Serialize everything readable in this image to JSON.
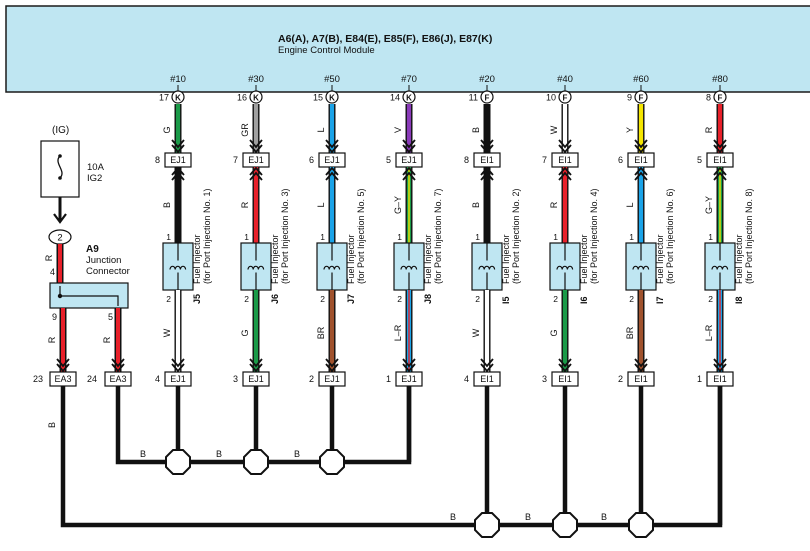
{
  "ecm": {
    "connectors": "A6(A), A7(B), E84(E), E85(F), E86(J), E87(K)",
    "name": "Engine Control Module"
  },
  "power": {
    "ig_label": "(IG)",
    "fuse_rating": "10A",
    "fuse_name": "IG2",
    "pin_in": "2",
    "wire_top": "R",
    "jc_pin_top": "4",
    "jc_id": "A9",
    "jc_line1": "Junction",
    "jc_line2": "Connector",
    "left": {
      "pin_jc": "9",
      "wire": "R",
      "pin_conn": "23",
      "conn": "EA3",
      "ground_wire": "B",
      "color": "#e8202a"
    },
    "right": {
      "pin_jc": "5",
      "wire": "R",
      "pin_conn": "24",
      "conn": "EA3",
      "color": "#e8202a"
    }
  },
  "channels": [
    {
      "num": "#10",
      "ecm_pin": "17",
      "ecm_conn": "K",
      "ecm_wire": "G",
      "ecm_color": "#1a9a48",
      "ecm_stripe": "",
      "pin_top": "8",
      "conn_top": "EJ1",
      "inj_wire": "B",
      "inj_color": "#111111",
      "inj_stripe": "",
      "inj_pin1": "1",
      "inj_pin2": "2",
      "inj_id": "J5",
      "inj_name": "Fuel Injector",
      "inj_desc": "(for Port Injection No. 1)",
      "ret_wire": "W",
      "ret_color": "#ffffff",
      "ret_stripe": "",
      "pin_bot": "4",
      "conn_bot": "EJ1"
    },
    {
      "num": "#30",
      "ecm_pin": "16",
      "ecm_conn": "K",
      "ecm_wire": "GR",
      "ecm_color": "#a0a0a0",
      "ecm_stripe": "",
      "pin_top": "7",
      "conn_top": "EJ1",
      "inj_wire": "R",
      "inj_color": "#e8202a",
      "inj_stripe": "",
      "inj_pin1": "1",
      "inj_pin2": "2",
      "inj_id": "J6",
      "inj_name": "Fuel Injector",
      "inj_desc": "(for Port Injection No. 3)",
      "ret_wire": "G",
      "ret_color": "#1a9a48",
      "ret_stripe": "",
      "pin_bot": "3",
      "conn_bot": "EJ1"
    },
    {
      "num": "#50",
      "ecm_pin": "15",
      "ecm_conn": "K",
      "ecm_wire": "L",
      "ecm_color": "#1aa3e8",
      "ecm_stripe": "",
      "pin_top": "6",
      "conn_top": "EJ1",
      "inj_wire": "L",
      "inj_color": "#1aa3e8",
      "inj_stripe": "",
      "inj_pin1": "1",
      "inj_pin2": "2",
      "inj_id": "J7",
      "inj_name": "Fuel Injector",
      "inj_desc": "(for Port Injection No. 5)",
      "ret_wire": "BR",
      "ret_color": "#a0522d",
      "ret_stripe": "",
      "pin_bot": "2",
      "conn_bot": "EJ1"
    },
    {
      "num": "#70",
      "ecm_pin": "14",
      "ecm_conn": "K",
      "ecm_wire": "V",
      "ecm_color": "#8a3ab9",
      "ecm_stripe": "",
      "pin_top": "5",
      "conn_top": "EJ1",
      "inj_wire": "G–Y",
      "inj_color": "#1a9a48",
      "inj_stripe": "#f5e600",
      "inj_pin1": "1",
      "inj_pin2": "2",
      "inj_id": "J8",
      "inj_name": "Fuel Injector",
      "inj_desc": "(for Port Injection No. 7)",
      "ret_wire": "L–R",
      "ret_color": "#1aa3e8",
      "ret_stripe": "#e8202a",
      "pin_bot": "1",
      "conn_bot": "EJ1"
    },
    {
      "num": "#20",
      "ecm_pin": "11",
      "ecm_conn": "F",
      "ecm_wire": "B",
      "ecm_color": "#111111",
      "ecm_stripe": "",
      "pin_top": "8",
      "conn_top": "EI1",
      "inj_wire": "B",
      "inj_color": "#111111",
      "inj_stripe": "",
      "inj_pin1": "1",
      "inj_pin2": "2",
      "inj_id": "I5",
      "inj_name": "Fuel Injector",
      "inj_desc": "(for Port Injection No. 2)",
      "ret_wire": "W",
      "ret_color": "#ffffff",
      "ret_stripe": "",
      "pin_bot": "4",
      "conn_bot": "EI1"
    },
    {
      "num": "#40",
      "ecm_pin": "10",
      "ecm_conn": "F",
      "ecm_wire": "W",
      "ecm_color": "#ffffff",
      "ecm_stripe": "",
      "pin_top": "7",
      "conn_top": "EI1",
      "inj_wire": "R",
      "inj_color": "#e8202a",
      "inj_stripe": "",
      "inj_pin1": "1",
      "inj_pin2": "2",
      "inj_id": "I6",
      "inj_name": "Fuel Injector",
      "inj_desc": "(for Port Injection No. 4)",
      "ret_wire": "G",
      "ret_color": "#1a9a48",
      "ret_stripe": "",
      "pin_bot": "3",
      "conn_bot": "EI1"
    },
    {
      "num": "#60",
      "ecm_pin": "9",
      "ecm_conn": "F",
      "ecm_wire": "Y",
      "ecm_color": "#f5e600",
      "ecm_stripe": "",
      "pin_top": "6",
      "conn_top": "EI1",
      "inj_wire": "L",
      "inj_color": "#1aa3e8",
      "inj_stripe": "",
      "inj_pin1": "1",
      "inj_pin2": "2",
      "inj_id": "I7",
      "inj_name": "Fuel Injector",
      "inj_desc": "(for Port Injection No. 6)",
      "ret_wire": "BR",
      "ret_color": "#a0522d",
      "ret_stripe": "",
      "pin_bot": "2",
      "conn_bot": "EI1"
    },
    {
      "num": "#80",
      "ecm_pin": "8",
      "ecm_conn": "F",
      "ecm_wire": "R",
      "ecm_color": "#e8202a",
      "ecm_stripe": "",
      "pin_top": "5",
      "conn_top": "EI1",
      "inj_wire": "G–Y",
      "inj_color": "#1a9a48",
      "inj_stripe": "#f5e600",
      "inj_pin1": "1",
      "inj_pin2": "2",
      "inj_id": "I8",
      "inj_name": "Fuel Injector",
      "inj_desc": "(for Port Injection No. 8)",
      "ret_wire": "L–R",
      "ret_color": "#1aa3e8",
      "ret_stripe": "#e8202a",
      "pin_bot": "1",
      "conn_bot": "EI1"
    }
  ],
  "ground": {
    "upper_wire": "B",
    "lower_wire": "B"
  }
}
